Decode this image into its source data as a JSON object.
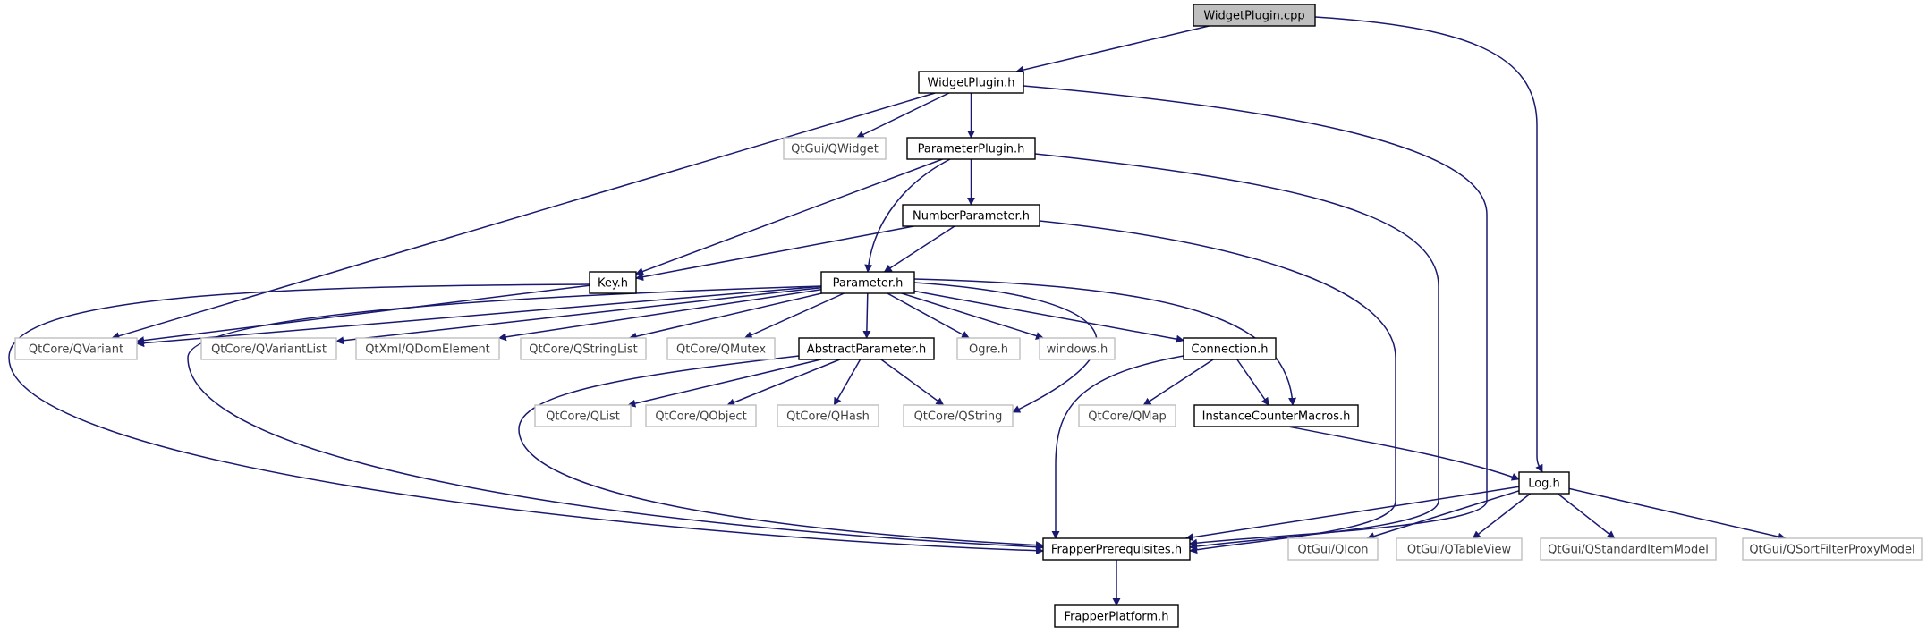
{
  "nodes": [
    {
      "id": "widgetplugin_cpp",
      "label": "WidgetPlugin.cpp",
      "kind": "root"
    },
    {
      "id": "widgetplugin_h",
      "label": "WidgetPlugin.h",
      "kind": "local"
    },
    {
      "id": "qtgui_qwidget",
      "label": "QtGui/QWidget",
      "kind": "external"
    },
    {
      "id": "parameterplugin_h",
      "label": "ParameterPlugin.h",
      "kind": "local"
    },
    {
      "id": "numberparameter_h",
      "label": "NumberParameter.h",
      "kind": "local"
    },
    {
      "id": "key_h",
      "label": "Key.h",
      "kind": "local"
    },
    {
      "id": "parameter_h",
      "label": "Parameter.h",
      "kind": "local"
    },
    {
      "id": "qtcore_qvariant",
      "label": "QtCore/QVariant",
      "kind": "external"
    },
    {
      "id": "qtcore_qvariantlist",
      "label": "QtCore/QVariantList",
      "kind": "external"
    },
    {
      "id": "qtxml_qdomelement",
      "label": "QtXml/QDomElement",
      "kind": "external"
    },
    {
      "id": "qtcore_qstringlist",
      "label": "QtCore/QStringList",
      "kind": "external"
    },
    {
      "id": "qtcore_qmutex",
      "label": "QtCore/QMutex",
      "kind": "external"
    },
    {
      "id": "abstractparameter_h",
      "label": "AbstractParameter.h",
      "kind": "local"
    },
    {
      "id": "ogre_h",
      "label": "Ogre.h",
      "kind": "external"
    },
    {
      "id": "windows_h",
      "label": "windows.h",
      "kind": "external"
    },
    {
      "id": "connection_h",
      "label": "Connection.h",
      "kind": "local"
    },
    {
      "id": "qtcore_qlist",
      "label": "QtCore/QList",
      "kind": "external"
    },
    {
      "id": "qtcore_qobject",
      "label": "QtCore/QObject",
      "kind": "external"
    },
    {
      "id": "qtcore_qhash",
      "label": "QtCore/QHash",
      "kind": "external"
    },
    {
      "id": "qtcore_qstring",
      "label": "QtCore/QString",
      "kind": "external"
    },
    {
      "id": "qtcore_qmap",
      "label": "QtCore/QMap",
      "kind": "external"
    },
    {
      "id": "instancecountermacros_h",
      "label": "InstanceCounterMacros.h",
      "kind": "local"
    },
    {
      "id": "log_h",
      "label": "Log.h",
      "kind": "local"
    },
    {
      "id": "frapperprerequisites_h",
      "label": "FrapperPrerequisites.h",
      "kind": "local"
    },
    {
      "id": "qtgui_qicon",
      "label": "QtGui/QIcon",
      "kind": "external"
    },
    {
      "id": "qtgui_qtableview",
      "label": "QtGui/QTableView",
      "kind": "external"
    },
    {
      "id": "qtgui_qstandarditemmodel",
      "label": "QtGui/QStandardItemModel",
      "kind": "external"
    },
    {
      "id": "qtgui_qsortfilterproxymodel",
      "label": "QtGui/QSortFilterProxyModel",
      "kind": "external"
    },
    {
      "id": "frapperplatform_h",
      "label": "FrapperPlatform.h",
      "kind": "local"
    }
  ],
  "edges": [
    {
      "from": "widgetplugin_cpp",
      "to": "widgetplugin_h"
    },
    {
      "from": "widgetplugin_cpp",
      "to": "log_h"
    },
    {
      "from": "widgetplugin_h",
      "to": "qtgui_qwidget"
    },
    {
      "from": "widgetplugin_h",
      "to": "parameterplugin_h"
    },
    {
      "from": "widgetplugin_h",
      "to": "qtcore_qvariant"
    },
    {
      "from": "widgetplugin_h",
      "to": "frapperprerequisites_h"
    },
    {
      "from": "parameterplugin_h",
      "to": "numberparameter_h"
    },
    {
      "from": "parameterplugin_h",
      "to": "key_h"
    },
    {
      "from": "parameterplugin_h",
      "to": "parameter_h"
    },
    {
      "from": "parameterplugin_h",
      "to": "frapperprerequisites_h"
    },
    {
      "from": "numberparameter_h",
      "to": "key_h"
    },
    {
      "from": "numberparameter_h",
      "to": "parameter_h"
    },
    {
      "from": "numberparameter_h",
      "to": "frapperprerequisites_h"
    },
    {
      "from": "key_h",
      "to": "qtcore_qvariant"
    },
    {
      "from": "key_h",
      "to": "frapperprerequisites_h"
    },
    {
      "from": "parameter_h",
      "to": "qtcore_qvariant"
    },
    {
      "from": "parameter_h",
      "to": "qtcore_qvariantlist"
    },
    {
      "from": "parameter_h",
      "to": "qtxml_qdomelement"
    },
    {
      "from": "parameter_h",
      "to": "qtcore_qstringlist"
    },
    {
      "from": "parameter_h",
      "to": "qtcore_qmutex"
    },
    {
      "from": "parameter_h",
      "to": "abstractparameter_h"
    },
    {
      "from": "parameter_h",
      "to": "ogre_h"
    },
    {
      "from": "parameter_h",
      "to": "windows_h"
    },
    {
      "from": "parameter_h",
      "to": "connection_h"
    },
    {
      "from": "parameter_h",
      "to": "instancecountermacros_h"
    },
    {
      "from": "parameter_h",
      "to": "qtcore_qstring"
    },
    {
      "from": "parameter_h",
      "to": "frapperprerequisites_h"
    },
    {
      "from": "abstractparameter_h",
      "to": "qtcore_qlist"
    },
    {
      "from": "abstractparameter_h",
      "to": "qtcore_qobject"
    },
    {
      "from": "abstractparameter_h",
      "to": "qtcore_qhash"
    },
    {
      "from": "abstractparameter_h",
      "to": "qtcore_qstring"
    },
    {
      "from": "abstractparameter_h",
      "to": "frapperprerequisites_h"
    },
    {
      "from": "connection_h",
      "to": "qtcore_qmap"
    },
    {
      "from": "connection_h",
      "to": "instancecountermacros_h"
    },
    {
      "from": "connection_h",
      "to": "frapperprerequisites_h"
    },
    {
      "from": "instancecountermacros_h",
      "to": "log_h"
    },
    {
      "from": "log_h",
      "to": "frapperprerequisites_h"
    },
    {
      "from": "log_h",
      "to": "qtgui_qicon"
    },
    {
      "from": "log_h",
      "to": "qtgui_qtableview"
    },
    {
      "from": "log_h",
      "to": "qtgui_qstandarditemmodel"
    },
    {
      "from": "log_h",
      "to": "qtgui_qsortfilterproxymodel"
    },
    {
      "from": "frapperprerequisites_h",
      "to": "frapperplatform_h"
    }
  ],
  "colors": {
    "edge": "#191970",
    "root_fill": "#bfbfbf",
    "external_border": "#bfbfbf",
    "local_border": "#000000"
  }
}
